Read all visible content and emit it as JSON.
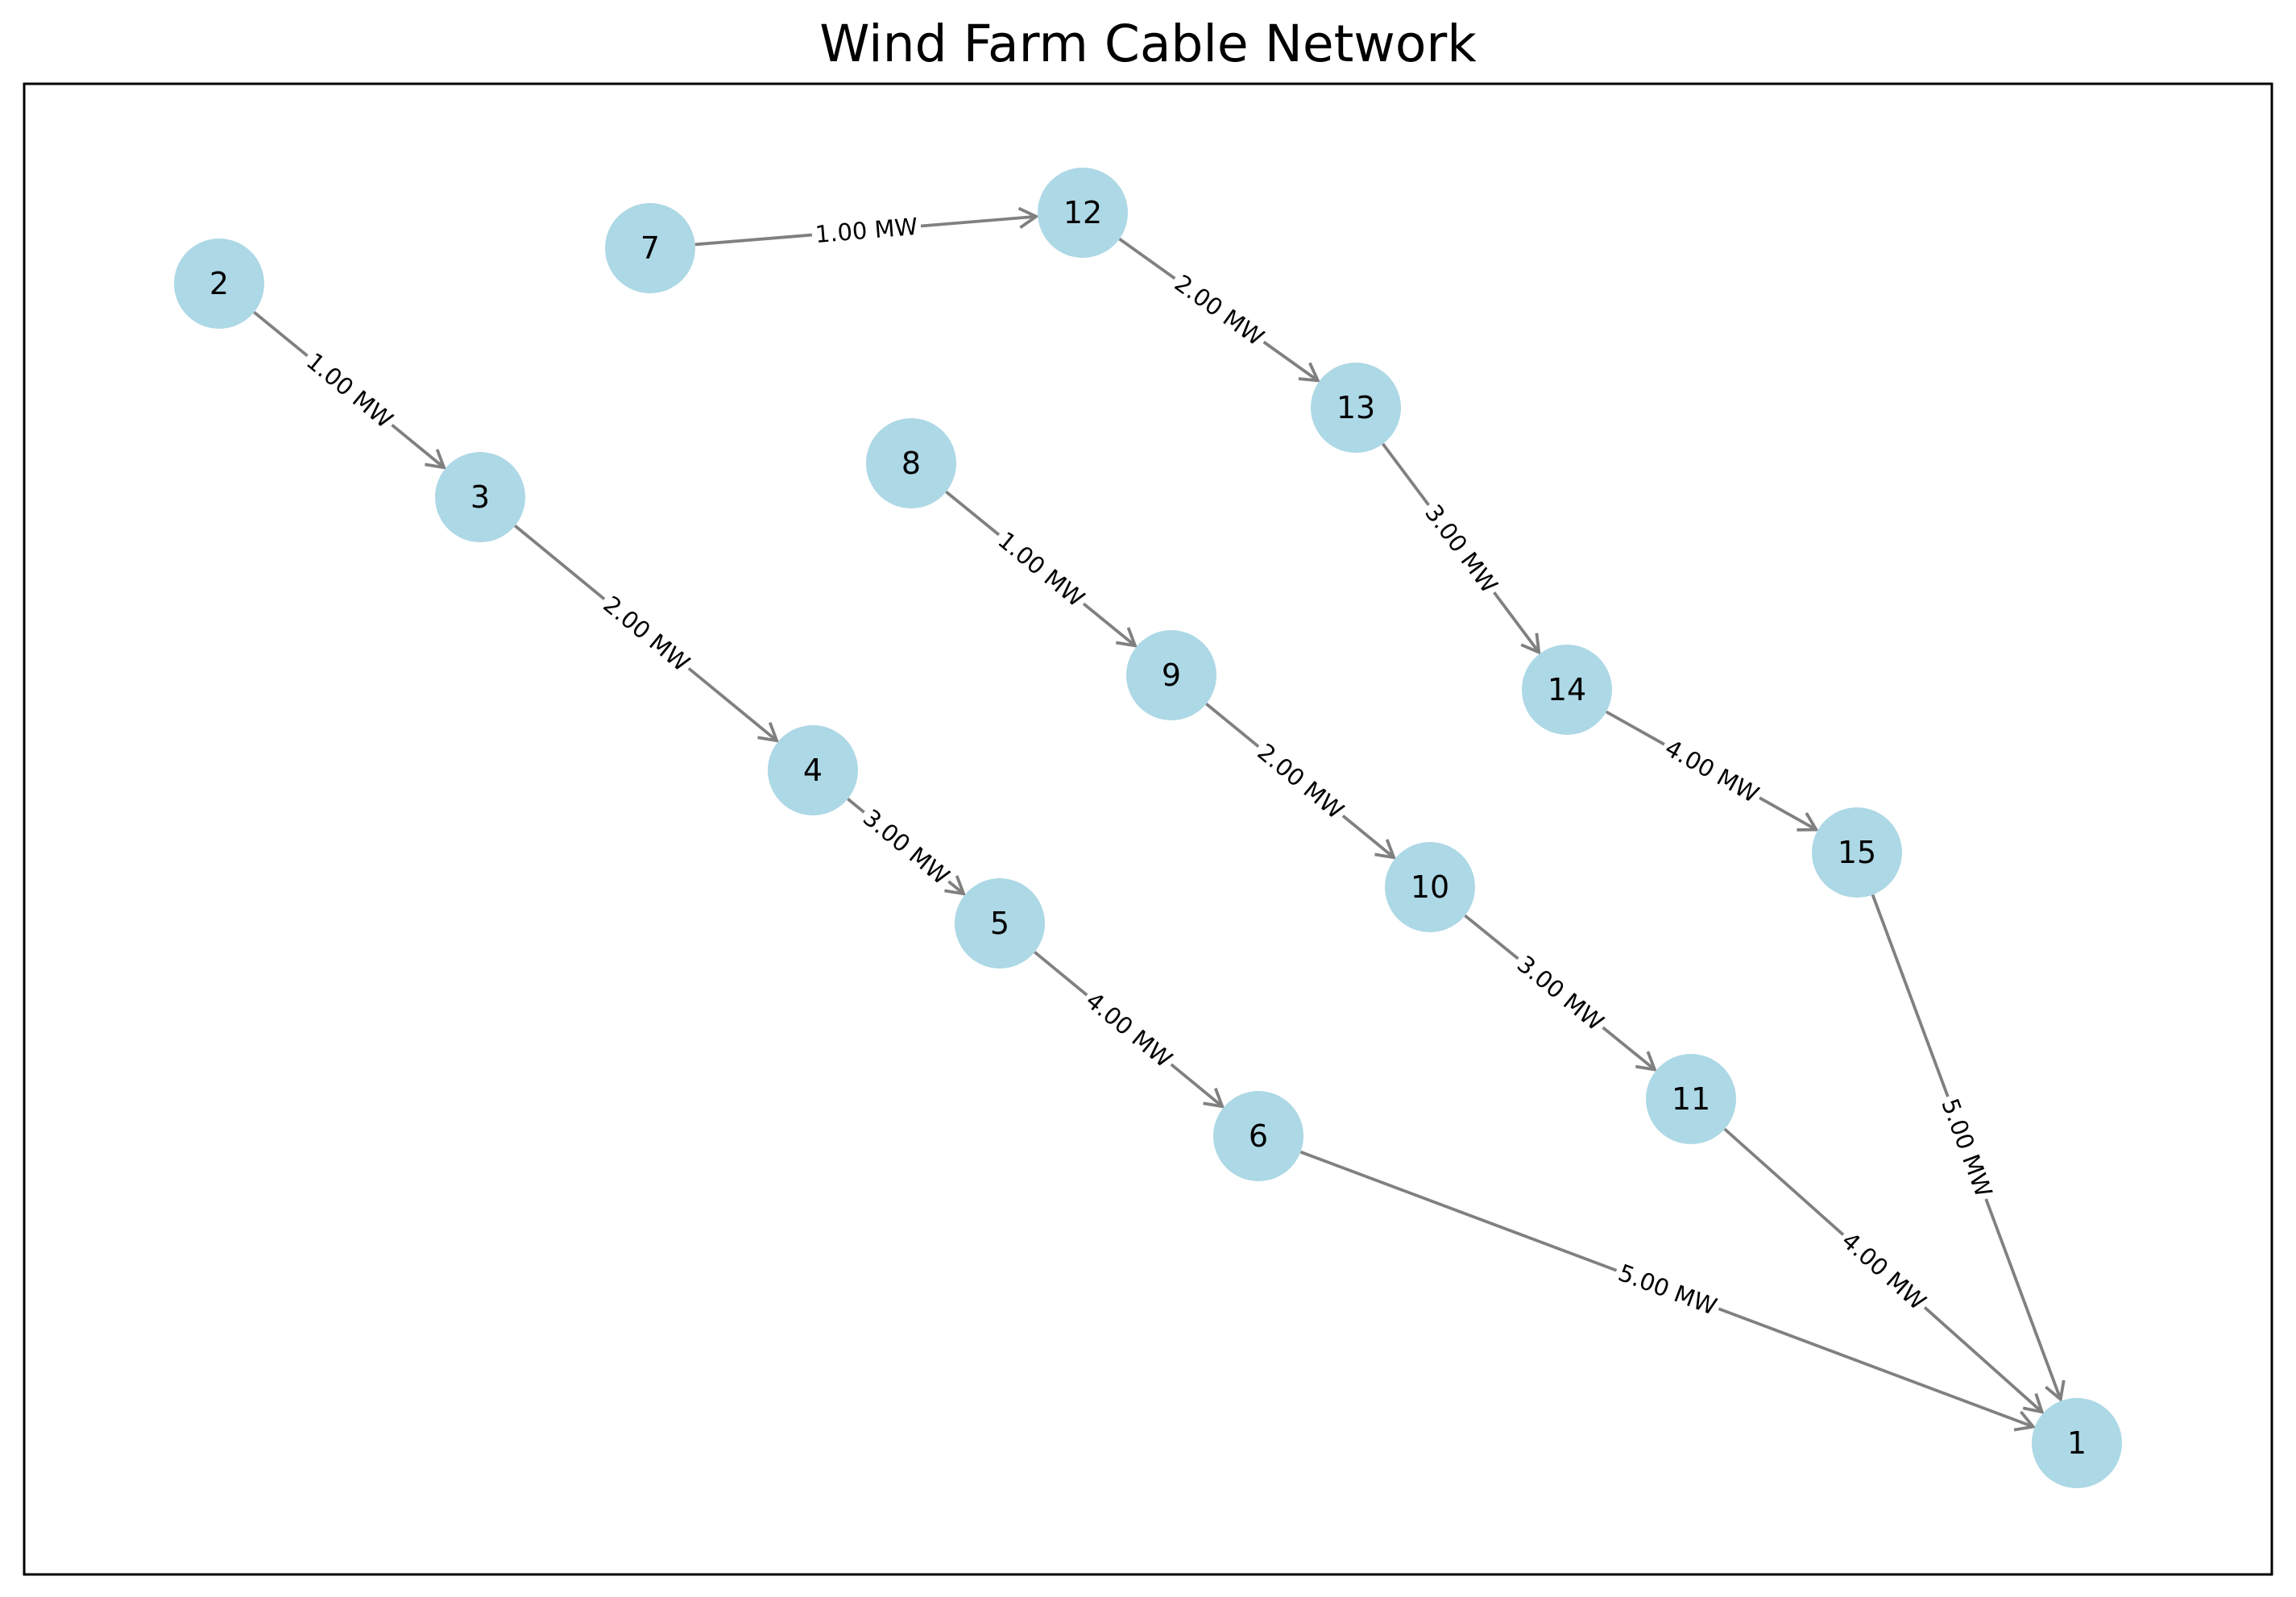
{
  "figure": {
    "title": "Wind Farm Cable Network"
  },
  "graph": {
    "nodes": [
      {
        "id": "1",
        "label": "1"
      },
      {
        "id": "2",
        "label": "2"
      },
      {
        "id": "3",
        "label": "3"
      },
      {
        "id": "4",
        "label": "4"
      },
      {
        "id": "5",
        "label": "5"
      },
      {
        "id": "6",
        "label": "6"
      },
      {
        "id": "7",
        "label": "7"
      },
      {
        "id": "8",
        "label": "8"
      },
      {
        "id": "9",
        "label": "9"
      },
      {
        "id": "10",
        "label": "10"
      },
      {
        "id": "11",
        "label": "11"
      },
      {
        "id": "12",
        "label": "12"
      },
      {
        "id": "13",
        "label": "13"
      },
      {
        "id": "14",
        "label": "14"
      },
      {
        "id": "15",
        "label": "15"
      }
    ],
    "edges": [
      {
        "from": "2",
        "to": "3",
        "label": "1.00 MW"
      },
      {
        "from": "3",
        "to": "4",
        "label": "2.00 MW"
      },
      {
        "from": "4",
        "to": "5",
        "label": "3.00 MW"
      },
      {
        "from": "5",
        "to": "6",
        "label": "4.00 MW"
      },
      {
        "from": "6",
        "to": "1",
        "label": "5.00 MW"
      },
      {
        "from": "7",
        "to": "12",
        "label": "1.00 MW"
      },
      {
        "from": "12",
        "to": "13",
        "label": "2.00 MW"
      },
      {
        "from": "13",
        "to": "14",
        "label": "3.00 MW"
      },
      {
        "from": "14",
        "to": "15",
        "label": "4.00 MW"
      },
      {
        "from": "15",
        "to": "1",
        "label": "5.00 MW"
      },
      {
        "from": "8",
        "to": "9",
        "label": "1.00 MW"
      },
      {
        "from": "9",
        "to": "10",
        "label": "2.00 MW"
      },
      {
        "from": "10",
        "to": "11",
        "label": "3.00 MW"
      },
      {
        "from": "11",
        "to": "1",
        "label": "4.00 MW"
      }
    ]
  },
  "colors": {
    "node_fill": "#add8e6",
    "edge": "#808080",
    "frame": "#000000"
  }
}
